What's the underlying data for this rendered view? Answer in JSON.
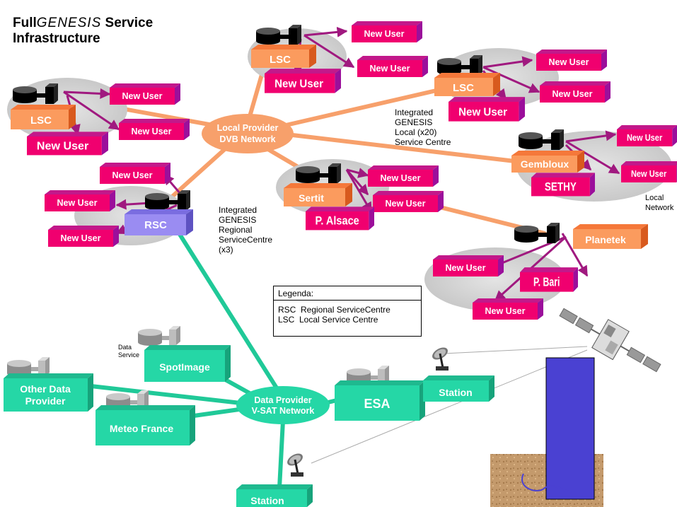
{
  "title": {
    "prefix": "Full",
    "genesis": "GENESIS",
    "suffix": " Service",
    "line2": "Infrastructure"
  },
  "networks": {
    "local": {
      "line1": "Local Provider",
      "line2": "DVB Network"
    },
    "data": {
      "line1": "Data Provider",
      "line2": "V-SAT Network"
    }
  },
  "centres": {
    "lsc": "LSC",
    "rsc": "RSC",
    "gembloux": "Gembloux",
    "sethy": "SETHY",
    "sertit": "Sertit",
    "p_alsace": "P. Alsace",
    "planetek": "Planetek",
    "p_bari": "P. Bari"
  },
  "user_label": "New User",
  "notes": {
    "local_sc": [
      "Integrated",
      "GENESIS",
      "Local (x20)",
      "Service Centre"
    ],
    "regional_sc": [
      "Integrated",
      "GENESIS",
      "Regional",
      "ServiceCentre",
      "(x3)"
    ],
    "local_network": [
      "Local",
      "Network"
    ],
    "data_service": [
      "Data",
      "Service"
    ]
  },
  "legend": {
    "header": "Legenda:",
    "rows": [
      "RSC  Regional ServiceCentre",
      "LSC  Local Service Centre"
    ]
  },
  "providers": {
    "spotimage": "SpotImage",
    "other": [
      "Other Data",
      "Provider"
    ],
    "meteo": "Meteo France",
    "esa": "ESA",
    "station": "Station"
  },
  "colors": {
    "user_magenta": "#f0006f",
    "user_purple": "#9b0f9b",
    "lsc_orange": "#fb9b5e",
    "network_salmon": "#f7a06b",
    "rsc_blue": "#9a8cf2",
    "provider_green": "#25d7a6",
    "teal_line": "#20c998",
    "arrow_purple": "#a0197f",
    "cloud_gray": "#cfcfcf",
    "tower_blue": "#4a41d2"
  }
}
